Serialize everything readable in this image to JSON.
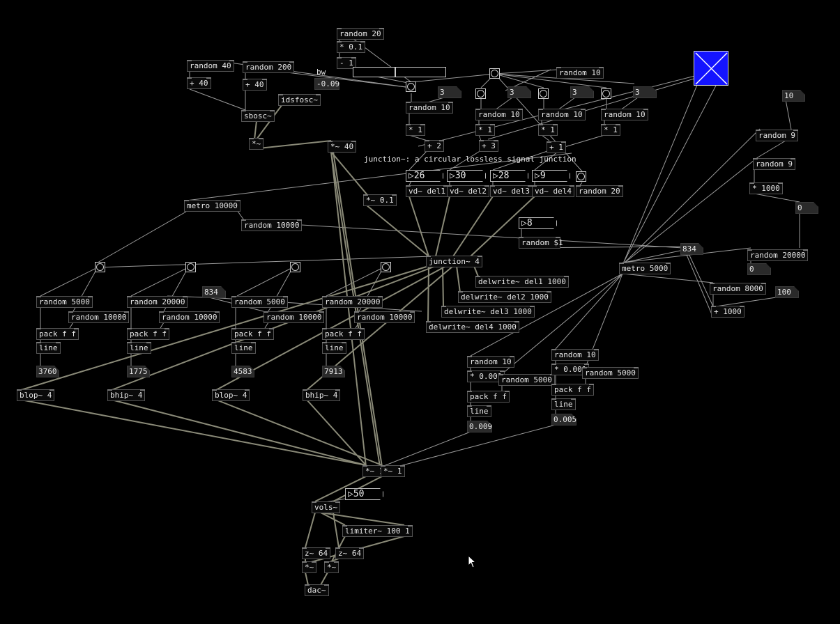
{
  "colors": {
    "background": "#000000",
    "toggle_fill": "#1414ff",
    "signal_wire": "#8a8a78",
    "control_wire": "#9a9a9a"
  },
  "objects": {
    "random20_top": "random 20",
    "mul01_top": "* 0.1",
    "minus1": "- 1",
    "random40": "random 40",
    "plus40_a": "+ 40",
    "random200": "random 200",
    "plus40_b": "+ 40",
    "bw_label": "bw",
    "bw_value": "-0.09",
    "idsfosc": "idsfosc~",
    "sbosc": "sbosc~",
    "mul_sig": "*~",
    "mul40_sig": "*~ 40",
    "random10_top": "random 10",
    "n3_a": "3",
    "n3_b": "3",
    "n3_c": "3",
    "n3_d": "3",
    "random10_a": "random 10",
    "random10_b": "random 10",
    "random10_c": "random 10",
    "random10_d": "random 10",
    "mul1_a": "* 1",
    "mul1_b": "* 1",
    "mul1_c": "* 1",
    "mul1_d": "* 1",
    "plus2": "+ 2",
    "plus3": "+ 3",
    "plus1": "+ 1",
    "junction_comment": "junction~: a circular lossless signal junction",
    "msg26": "26",
    "msg30": "30",
    "msg28": "28",
    "msg9": "9",
    "vd1": "vd~ del1",
    "vd2": "vd~ del2",
    "vd3": "vd~ del3",
    "vd4": "vd~ del4",
    "random20_mid": "random 20",
    "mul01_sig": "*~ 0.1",
    "metro10000": "metro 10000",
    "random10000_top": "random 10000",
    "msg8": "8",
    "random_dollar1": "random $1",
    "junction": "junction~ 4",
    "delwrite1": "delwrite~ del1 1000",
    "delwrite2": "delwrite~ del2 1000",
    "delwrite3": "delwrite~ del3 1000",
    "delwrite4": "delwrite~ del4 1000",
    "random5000_1": "random 5000",
    "random10000_1": "random 10000",
    "pack1": "pack f f",
    "line1": "line",
    "val1": "3760",
    "blop1": "blop~ 4",
    "random20000_2": "random 20000",
    "random10000_2": "random 10000",
    "pack2": "pack f f",
    "line2": "line",
    "val2": "1775",
    "bhip2": "bhip~ 4",
    "num834_left": "834",
    "random5000_3": "random 5000",
    "random10000_3": "random 10000",
    "pack3": "pack f f",
    "line3": "line",
    "val3": "4583",
    "blop3": "blop~ 4",
    "random20000_4": "random 20000",
    "random10000_4": "random 10000",
    "pack4": "pack f f",
    "line4": "line",
    "val4": "7913",
    "bhip4": "bhip~ 4",
    "num10": "10",
    "random9_a": "random 9",
    "random9_b": "random 9",
    "mul1000": "* 1000",
    "num0_a": "0",
    "num834_right": "834",
    "metro5000": "metro 5000",
    "random20000_r": "random 20000",
    "num0_b": "0",
    "random8000": "random 8000",
    "num100": "100",
    "plus1000": "+ 1000",
    "random10_l": "random 10",
    "mul0001_l": "* 0.001",
    "random5000_l": "random 5000",
    "pack_l": "pack f f",
    "line_l": "line",
    "val_l": "0.009",
    "random10_r": "random 10",
    "mul0001_r": "* 0.001",
    "random5000_r": "random 5000",
    "pack_r": "pack f f",
    "line_r": "line",
    "val_r": "0.005",
    "mul1_sig_a": "*~ 1",
    "mul1_sig_b": "*~ 1",
    "msg50": "50",
    "vols": "vols~",
    "limiter": "limiter~ 100 1",
    "z64_a": "z~ 64",
    "z64_b": "z~ 64",
    "mul_out_a": "*~",
    "mul_out_b": "*~",
    "dac": "dac~"
  }
}
